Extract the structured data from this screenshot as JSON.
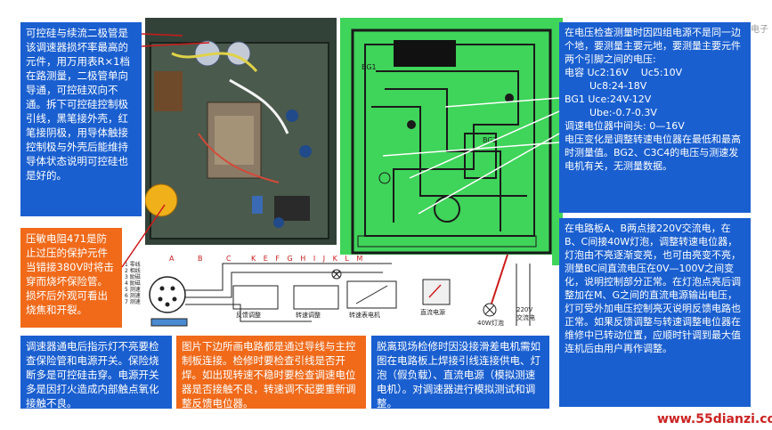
{
  "notes": {
    "scr": "可控硅与续流二极管是该调速器损坏率最高的元件，用万用表R×1档在路测量，二极管单向导通，可控硅双向不通。拆下可控硅控制极引线，黑笔接外壳，红笔接阴极，用导体触接控制极与外壳后能维持导体状态说明可控硅也是好的。",
    "varistor": "压敏电阻471是防止过压的保护元件当错接380V时将击穿而烧坏保险管。损坏后外观可看出烧焦和开裂。",
    "indicator": "调速器通电后指示灯不亮要检查保险管和电源开关。保险烧断多是可控硅击穿。电源开关多是因打火造成内部触点氧化接触不良。",
    "wiring": "图片下边所画电路都是通过导线与主控制板连接。检修时要检查引线是否开焊。如出现转速不稳时要检查调速电位器是否接触不良，转速调不起要重新调整反馈电位器。",
    "simulate": "脱离现场检修时因没接滑差电机需如图在电路板上焊接引线连接供电、灯泡（假负载）、直流电源（模拟测速电机）。对调速器进行模拟测试和调整。",
    "voltage": "在电压检查测量时因四组电源不是同一边个地，要测量主要元地，要测量主要元件两个引脚之间的电压:\n电容 Uc2:16V    Uc5:10V\n        Uc8:24-18V\nBG1 Uce:24V-12V\n        Ube:-0.7-0.3V\n调速电位器中间头: 0—16V\n电压变化是调整转速电位器在最低和最高时测量值。BG2、C3C4的电压与测速发电机有关，无测量数据。",
    "test": "在电路板A、B两点接220V交流电，在B、C间接40W灯泡，调整转速电位器，灯泡由不亮逐渐变亮，也可由亮变不亮，测量BC间直流电压在0V—100V之间变化，说明控制部分正常。在灯泡点亮后调整加在M、G之间的直流电源输出电压，灯可受外加电压控制亮灭说明反馈电路也正常。如果反馈调整与转速调整电位器在维修中已转动位置，应顺时针调到最大值连机后由用户再作调整。"
  },
  "labels": {
    "terminals": "A B C",
    "terminals2": "K E F G H I J K L M",
    "pot1": "反馈调整",
    "pot2": "转速调整",
    "speed_motor": "转速表电机",
    "dc_source": "直流电源",
    "lamp": "40W灯泡",
    "ac": "220V\n交流电",
    "plug_legend": "1 零线\n2 相线\n3 励磁\n4 励磁\n5 测速\n6 测速\n7 测速",
    "watermark": "www.55dianzi.com",
    "corner": "电子"
  },
  "colors": {
    "blue_note": "#1a5fd0",
    "orange_note": "#f06a1a",
    "pcb": "#3fd45a",
    "arrow": "#cc1a1a",
    "watermark": "#cc2222"
  }
}
